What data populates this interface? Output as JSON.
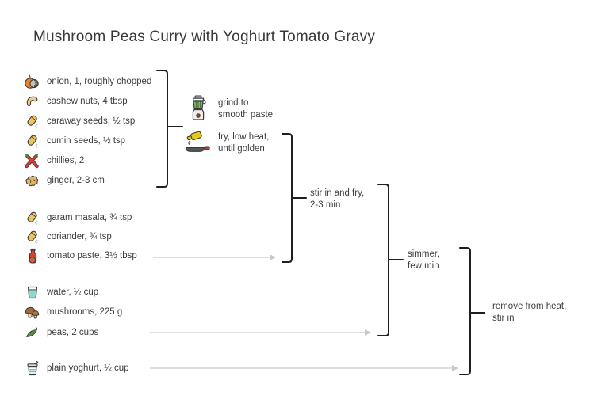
{
  "title": "Mushroom Peas Curry with Yoghurt Tomato Gravy",
  "groups": [
    [
      {
        "icon": "onion-icon",
        "label": "onion, 1, roughly chopped"
      },
      {
        "icon": "cashew-icon",
        "label": "cashew nuts, 4 tbsp"
      },
      {
        "icon": "spice-jar-icon",
        "label": "caraway seeds, ½ tsp"
      },
      {
        "icon": "spice-jar-icon",
        "label": "cumin seeds, ½ tsp"
      },
      {
        "icon": "chillies-icon",
        "label": "chillies, 2"
      },
      {
        "icon": "ginger-icon",
        "label": "ginger, 2-3 cm"
      }
    ],
    [
      {
        "icon": "spice-jar-icon",
        "label": "garam masala, ¾ tsp"
      },
      {
        "icon": "spice-jar-icon",
        "label": "coriander, ¾ tsp"
      },
      {
        "icon": "tomato-paste-icon",
        "label": "tomato paste, 3½ tbsp"
      }
    ],
    [
      {
        "icon": "water-glass-icon",
        "label": "water, ½ cup"
      },
      {
        "icon": "mushrooms-icon",
        "label": "mushrooms, 225 g"
      },
      {
        "icon": "peas-icon",
        "label": "peas, 2 cups"
      }
    ],
    [
      {
        "icon": "yoghurt-icon",
        "label": "plain yoghurt, ½ cup"
      }
    ]
  ],
  "steps": [
    {
      "icon": "blender-icon",
      "lines": [
        "grind to",
        "smooth paste"
      ]
    },
    {
      "icon": "frying-pan-icon",
      "lines": [
        "fry, low heat,",
        "until golden"
      ]
    },
    {
      "lines": [
        "stir in and fry,",
        "2-3 min"
      ]
    },
    {
      "lines": [
        "simmer,",
        "few min"
      ]
    },
    {
      "lines": [
        "remove from heat,",
        "stir in"
      ]
    }
  ],
  "colors": {
    "text": "#3d3d3d",
    "bracket": "#1f1f1f",
    "arrow": "#c9c9c9",
    "background": "#ffffff"
  }
}
